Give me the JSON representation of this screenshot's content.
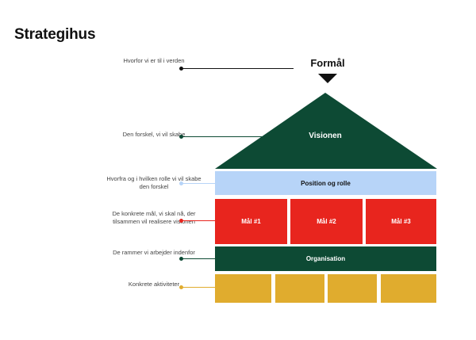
{
  "title": "Strategihus",
  "purpose_title": "Formål",
  "rows": [
    {
      "id": "purpose",
      "description": "Hvorfor vi er til i verden",
      "color": "#111111"
    },
    {
      "id": "vision",
      "description": "Den forskel, vi vil skabe",
      "color": "#0d4a34",
      "block": "Visionen"
    },
    {
      "id": "position",
      "description": "Hvorfra og i hvilken rolle vi vil skabe den forskel",
      "color": "#b7d4f8",
      "block": "Position og rolle"
    },
    {
      "id": "goals",
      "description": "De konkrete mål, vi skal nå, der tilsammen vil realisere visionen",
      "color": "#e8251e",
      "blocks": [
        "Mål #1",
        "Mål #2",
        "Mål #3"
      ]
    },
    {
      "id": "organisation",
      "description": "De rammer vi arbejder indenfor",
      "color": "#0d4a34",
      "block": "Organisation"
    },
    {
      "id": "activities",
      "description": "Konkrete aktiviteter",
      "color": "#e0ac2e"
    }
  ]
}
